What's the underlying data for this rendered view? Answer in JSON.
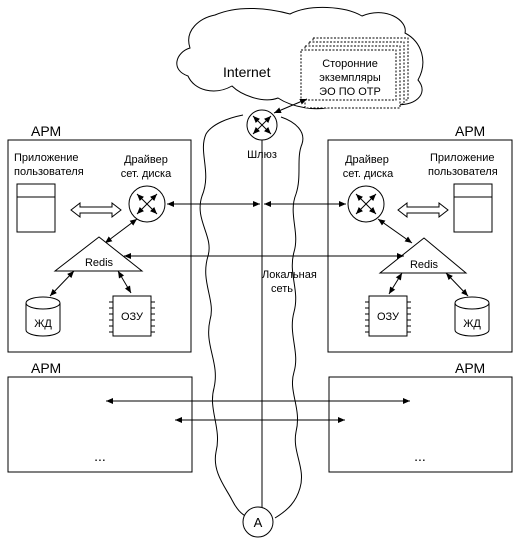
{
  "internet": {
    "title": "Internet",
    "remote_copies": [
      "Сторонние",
      "экземпляры",
      "ЭО ПО ОТР"
    ]
  },
  "gateway": {
    "label": "Шлюз"
  },
  "lan": {
    "label_line1": "Локальная",
    "label_line2": "сеть"
  },
  "node_a": {
    "label": "А"
  },
  "arm_top_left": {
    "title": "АРМ",
    "app_label": [
      "Приложение",
      "пользователя"
    ],
    "driver_label": [
      "Драйвер",
      "сет. диска"
    ],
    "redis_label": "Redis",
    "disk_label": "ЖД",
    "ram_label": "ОЗУ"
  },
  "arm_top_right": {
    "title": "АРМ",
    "app_label": [
      "Приложение",
      "пользователя"
    ],
    "driver_label": [
      "Драйвер",
      "сет. диска"
    ],
    "redis_label": "Redis",
    "disk_label": "ЖД",
    "ram_label": "ОЗУ"
  },
  "arm_bottom_left": {
    "title": "АРМ",
    "ellipsis": "..."
  },
  "arm_bottom_right": {
    "title": "АРМ",
    "ellipsis": "..."
  }
}
